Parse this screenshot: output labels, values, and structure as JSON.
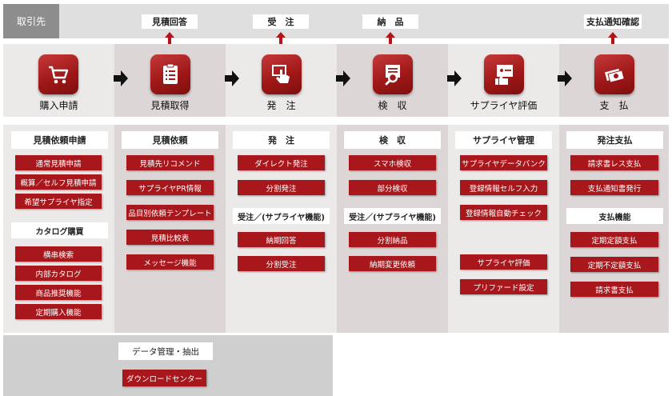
{
  "top": {
    "supplier_label": "取引先",
    "workflow_labels": [
      "見積回答",
      "受　注",
      "納　品",
      "支払通知確認"
    ]
  },
  "steps": [
    {
      "icon": "cart-icon",
      "label": "購入申請"
    },
    {
      "icon": "list-icon",
      "label": "見積取得"
    },
    {
      "icon": "hand-pointer-icon",
      "label": "発　注"
    },
    {
      "icon": "magnifier-document-icon",
      "label": "検　収"
    },
    {
      "icon": "thumbs-up-icon",
      "label": "サプライヤ評価"
    },
    {
      "icon": "money-icon",
      "label": "支　払"
    }
  ],
  "columns": [
    {
      "header": "見積依頼申請",
      "buttons": [
        "通常見積申請",
        "概算／セルフ見積申請",
        "希望サプライヤ指定"
      ],
      "sub_header": "カタログ購買",
      "sub_buttons": [
        "横串検索",
        "内部カタログ",
        "商品推奨機能",
        "定期購入機能"
      ]
    },
    {
      "header": "見積依頼",
      "buttons": [
        "見積先リコメンド",
        "サプライヤPR情報",
        "品目別依頼テンプレート",
        "見積比較表",
        "メッセージ機能"
      ]
    },
    {
      "header": "発　注",
      "buttons": [
        "ダイレクト発注",
        "分割発注"
      ],
      "sub_header": "受注／(サプライヤ機能)",
      "sub_buttons": [
        "納期回答",
        "分割受注"
      ]
    },
    {
      "header": "検　収",
      "buttons": [
        "スマホ検収",
        "部分検収"
      ],
      "sub_header": "受注／(サプライヤ機能)",
      "sub_buttons": [
        "分割納品",
        "納期変更依頼"
      ]
    },
    {
      "header": "サプライヤ管理",
      "buttons": [
        "サプライヤデータバンク",
        "登録情報セルフ入力",
        "登録情報自動チェック"
      ],
      "sub_buttons": [
        "サプライヤ評価",
        "プリファード設定"
      ]
    },
    {
      "header": "発注支払",
      "buttons": [
        "請求書レス支払",
        "支払通知書発行"
      ],
      "sub_header": "支払機能",
      "sub_buttons": [
        "定期定額支払",
        "定期不定額支払",
        "請求書支払"
      ]
    }
  ],
  "data_mgmt": {
    "header": "データ管理・抽出",
    "button": "ダウンロードセンター"
  },
  "colors": {
    "accent": "#a8171c",
    "strip_light": "#ece9e9",
    "strip_dark": "#dcd6d6"
  }
}
